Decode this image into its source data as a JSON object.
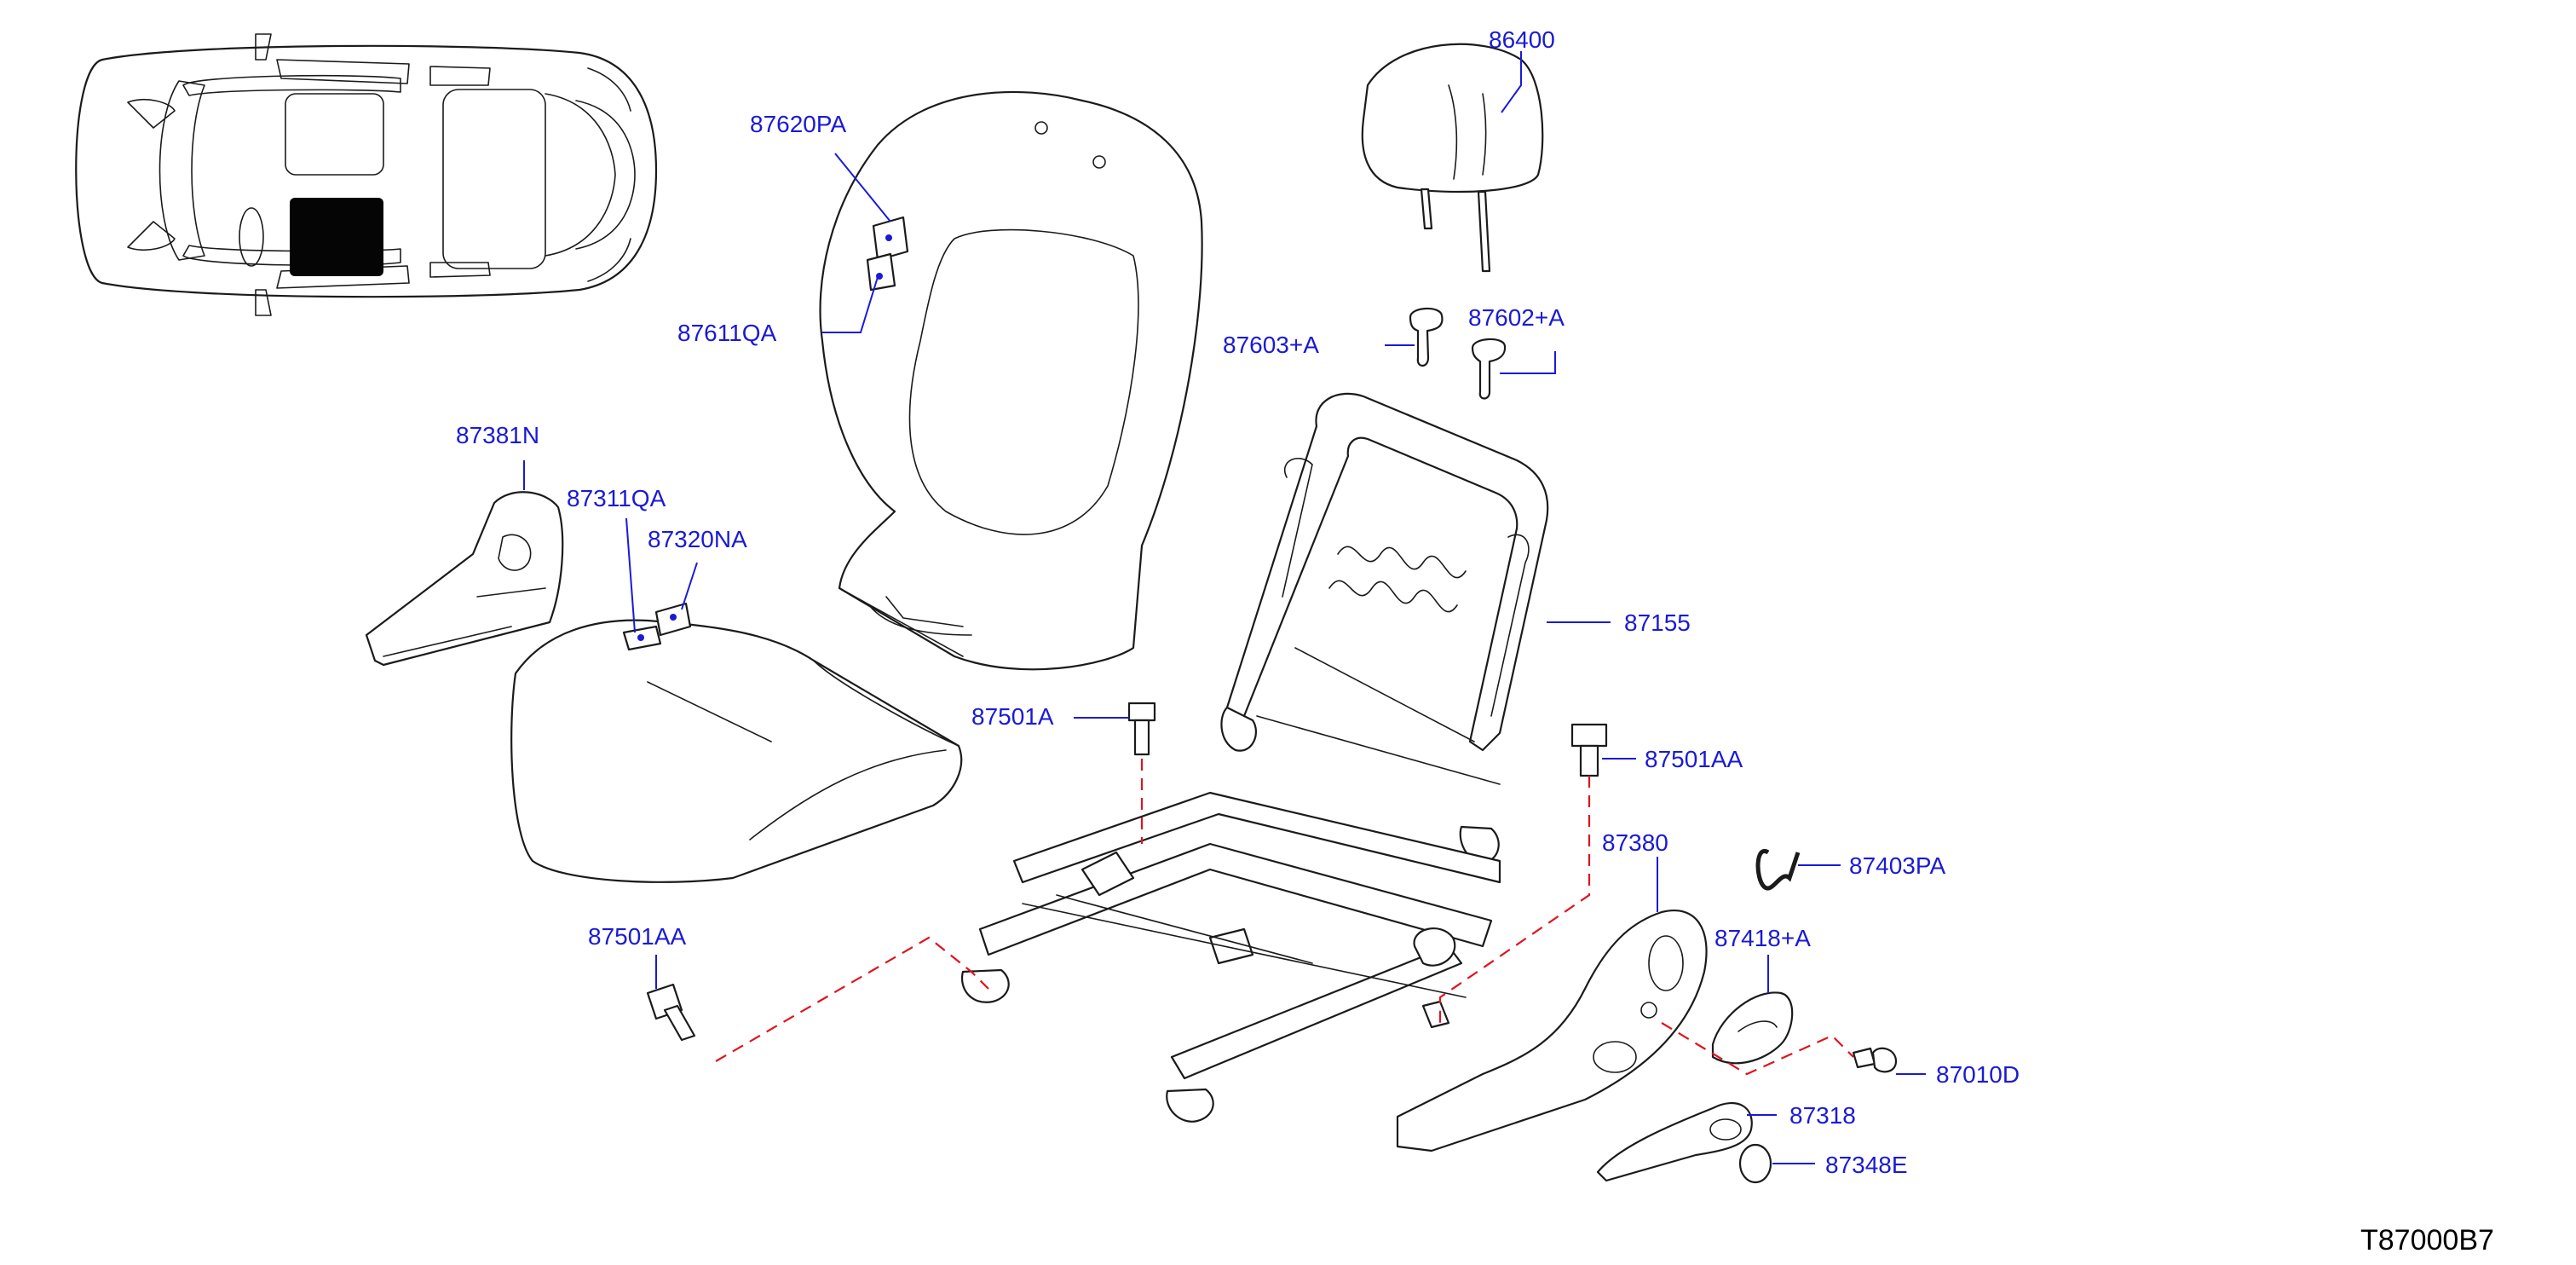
{
  "diagram": {
    "drawing_code": "T87000B7",
    "part_numbers": {
      "headrest": "86400",
      "cover_clip_upper": "87620PA",
      "cover_clip_lower": "87611QA",
      "headrest_guide_locking": "87603+A",
      "headrest_guide_free": "87602+A",
      "cushion_side_finisher": "87381N",
      "cushion_clip_a": "87311QA",
      "cushion_clip_b": "87320NA",
      "seat_frame": "87155",
      "bolt_upper": "87501A",
      "bolt_right": "87501AA",
      "bolt_lower_left": "87501AA",
      "seat_finisher": "87380",
      "wire_harness_clip": "87403PA",
      "knob": "87418+A",
      "screw": "87010D",
      "lever": "87318",
      "cap": "87348E"
    }
  }
}
